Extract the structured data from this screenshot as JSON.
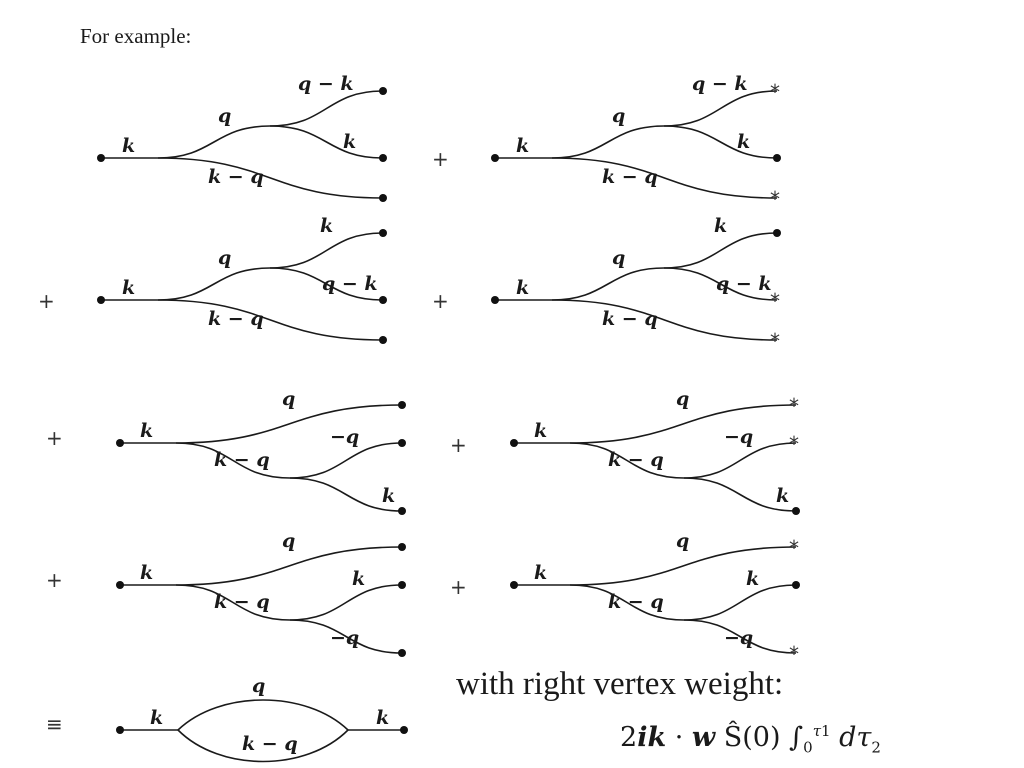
{
  "intro_text": "For example:",
  "operators": {
    "plus": "+",
    "equiv": "≡"
  },
  "leaf_markers": {
    "star": "*"
  },
  "labels": {
    "k": "k",
    "q": "q",
    "q_minus_k": "q − k",
    "k_minus_q": "k − q",
    "minus_q": "−q"
  },
  "weight": {
    "title": "with right vertex weight:",
    "f1": "2",
    "f2": "ik",
    "f3": " · ",
    "f4": "w",
    "f5": " Ŝ(0) ∫",
    "sub1": "0",
    "sup1": "τ",
    "sup1b": "1",
    "f6": " dτ",
    "sub2": "2"
  },
  "diagrams": [
    {
      "id": "d1",
      "prefix": "",
      "labels": [
        "k",
        "q",
        "q_minus_k",
        "k",
        "k_minus_q"
      ],
      "leaves": [
        "dot",
        "dot",
        "dot"
      ]
    },
    {
      "id": "d2",
      "prefix": "plus",
      "labels": [
        "k",
        "q",
        "q_minus_k",
        "k",
        "k_minus_q"
      ],
      "leaves": [
        "star",
        "dot",
        "star"
      ]
    },
    {
      "id": "d3",
      "prefix": "plus",
      "labels": [
        "k",
        "q",
        "k",
        "q_minus_k",
        "k_minus_q"
      ],
      "leaves": [
        "dot",
        "dot",
        "dot"
      ]
    },
    {
      "id": "d4",
      "prefix": "plus",
      "labels": [
        "k",
        "q",
        "k",
        "q_minus_k",
        "k_minus_q"
      ],
      "leaves": [
        "dot",
        "star",
        "star"
      ]
    },
    {
      "id": "d5",
      "prefix": "plus",
      "labels": [
        "k",
        "q",
        "k_minus_q",
        "minus_q",
        "k"
      ],
      "leaves": [
        "dot",
        "dot",
        "dot"
      ]
    },
    {
      "id": "d6",
      "prefix": "plus",
      "labels": [
        "k",
        "q",
        "k_minus_q",
        "minus_q",
        "k"
      ],
      "leaves": [
        "star",
        "star",
        "dot"
      ]
    },
    {
      "id": "d7",
      "prefix": "plus",
      "labels": [
        "k",
        "q",
        "k_minus_q",
        "k",
        "minus_q"
      ],
      "leaves": [
        "dot",
        "dot",
        "dot"
      ]
    },
    {
      "id": "d8",
      "prefix": "plus",
      "labels": [
        "k",
        "q",
        "k_minus_q",
        "k",
        "minus_q"
      ],
      "leaves": [
        "star",
        "dot",
        "star"
      ]
    },
    {
      "id": "d9",
      "prefix": "equiv",
      "labels": [
        "k",
        "q",
        "k_minus_q",
        "k"
      ],
      "leaves": [
        "dot",
        "dot"
      ]
    }
  ]
}
